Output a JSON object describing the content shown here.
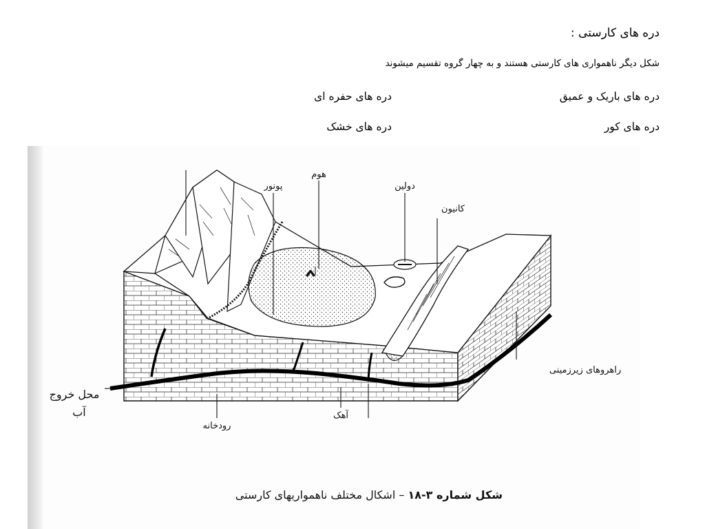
{
  "header": {
    "title": "دره های کارستی :",
    "intro": "شکل دیگر ناهمواری های کارستی هستند و به چهار گروه تقسیم میشوند",
    "categories": [
      "دره های باریک و عمیق",
      "دره های حفره ای",
      "دره های کور",
      "دره های خشک"
    ]
  },
  "figure": {
    "labels": {
      "hum": "هوم",
      "ponor": "پونور",
      "dolin": "دولین",
      "canyon": "کانیون",
      "underground": "راهروهای زیرزمینی",
      "outlet_line1": "محل خروج",
      "outlet_line2": "آب",
      "river": "رودخانه",
      "limestone": "آهک"
    },
    "caption_bold": "شکل شماره ۳-۱۸",
    "caption_rest": "– اشکال مختلف ناهمواریهای کارستی"
  }
}
